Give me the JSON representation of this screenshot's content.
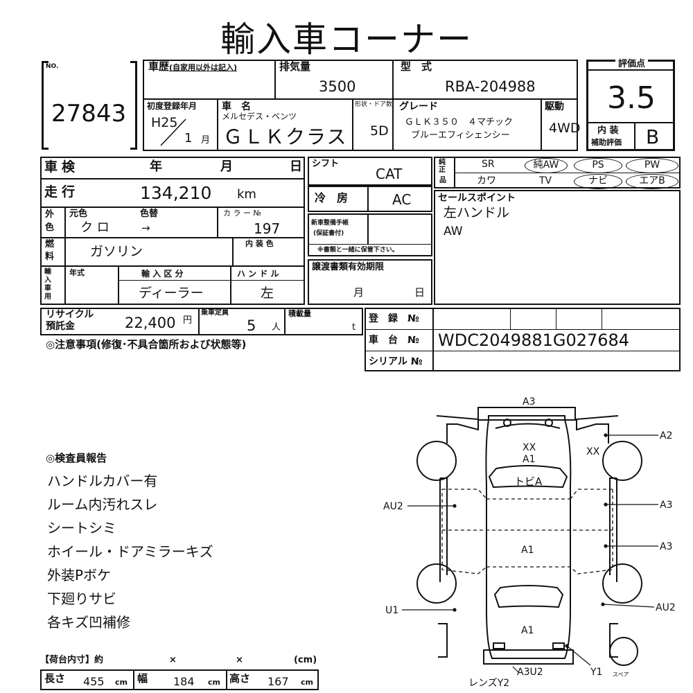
{
  "title": "輸入車コーナー",
  "lot": {
    "no_label": "NO.",
    "number": "27843"
  },
  "history": {
    "label": "車歴",
    "note": "(自家用以外は記入)"
  },
  "displacement": {
    "label": "排気量",
    "value": "3500"
  },
  "model_type": {
    "label": "型　式",
    "value": "RBA-204988"
  },
  "score": {
    "label": "評価点",
    "value": "3.5",
    "interior_label_1": "内 装",
    "interior_label_2": "補助評価",
    "interior_value": "B"
  },
  "first_reg": {
    "label": "初度登録年月",
    "era": "H25",
    "month": "1",
    "month_unit": "月"
  },
  "car_name": {
    "label": "車　名",
    "maker": "メルセデス・ベンツ",
    "name": "ＧＬＫクラス"
  },
  "doors": {
    "label": "形状・ドア数",
    "value": "5D"
  },
  "grade": {
    "label": "グレード",
    "line1": "ＧＬＫ３５０　４マチック",
    "line2": "ブルーエフィシェンシー"
  },
  "drive": {
    "label": "駆動",
    "value": "4WD"
  },
  "shaken": {
    "label": "車検",
    "year": "年",
    "month": "月",
    "day": "日"
  },
  "shift": {
    "label": "シフト",
    "value": "CAT"
  },
  "equipment": {
    "label_top": "純正",
    "label_bottom": "品",
    "row1": [
      "SR",
      "純AW",
      "PS",
      "PW"
    ],
    "row2": [
      "カワ",
      "TV",
      "ナビ",
      "エアB"
    ]
  },
  "mileage": {
    "label": "走行",
    "value": "134,210",
    "unit": "km"
  },
  "aircon": {
    "label": "冷　房",
    "value": "AC"
  },
  "sales_point": {
    "label": "セールスポイント",
    "lines": [
      "左ハンドル",
      "AW"
    ]
  },
  "color": {
    "label_a": "外",
    "label_b": "色",
    "original_label": "元色",
    "original": "ク ロ",
    "changed_label": "色替",
    "arrow": "→",
    "code_label": "カ ラ ー №",
    "code": "197"
  },
  "manual": {
    "label_1": "新車整備手帳",
    "label_2": "(保証書付)",
    "note": "※書類と一緒に保管下さい。"
  },
  "fuel": {
    "label_a": "燃",
    "label_b": "料",
    "value": "ガソリン",
    "interior_color_label": "内 装 色"
  },
  "transfer_docs": {
    "label": "譲渡書類有効期限",
    "month": "月",
    "day": "日"
  },
  "import": {
    "label_chars": [
      "輸",
      "入",
      "車",
      "用"
    ],
    "year_label": "年式",
    "category_label": "輸 入 区 分",
    "category": "ディーラー",
    "handle_label": "ハ ン ド ル",
    "handle": "左"
  },
  "recycle": {
    "label_1": "リサイクル",
    "label_2": "預託金",
    "value": "22,400",
    "unit": "円"
  },
  "capacity": {
    "label": "乗車定員",
    "value": "5",
    "unit": "人"
  },
  "load": {
    "label": "積載量",
    "unit": "t"
  },
  "registration": {
    "reg_label": "登　録　№",
    "chassis_label": "車　台　№",
    "chassis": "WDC2049881G027684",
    "serial_label": "シリアル №"
  },
  "caution": "◎注意事項(修復･不具合箇所および状態等)",
  "inspector": {
    "heading": "◎検査員報告",
    "lines": [
      "ハンドルカバー有",
      "ルーム内汚れスレ",
      "シートシミ",
      "ホイール・ドアミラーキズ",
      "外装Pボケ",
      "下廻りサビ",
      "各キズ凹補修"
    ]
  },
  "cargo": {
    "heading": "【荷台内寸】約",
    "times": "×",
    "unit": "(cm)",
    "length_label": "長さ",
    "length": "455",
    "width_label": "幅",
    "width": "184",
    "height_label": "高さ",
    "height": "167",
    "cm": "cm"
  },
  "diagram": {
    "labels": {
      "front": "A3",
      "xx_left": "XX",
      "a2": "A2",
      "hood_xx": "XX",
      "hood_a1": "A1",
      "windshield": "トビA",
      "au2_left": "AU2",
      "a3_right_1": "A3",
      "roof_a1": "A1",
      "a3_right_2": "A3",
      "u1": "U1",
      "au2_right": "AU2",
      "rear_a1": "A1",
      "rear": "A3U2",
      "y1": "Y1",
      "lens": "レンズY2",
      "spare": "スペア"
    }
  }
}
